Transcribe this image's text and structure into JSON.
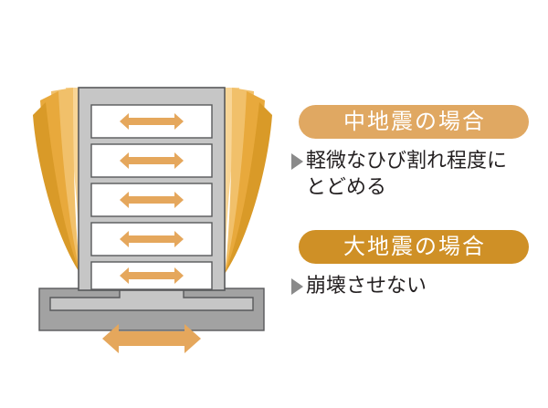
{
  "figure": {
    "title": "",
    "colors": {
      "building_body": "#c6c6c6",
      "building_outline": "#58595b",
      "floor_panel": "#ffffff",
      "foundation_outer": "#a2a2a2",
      "foundation_inner": "#c6c6c6",
      "arrow": "#e5a75c",
      "sway_fan_dark": "#d99a28",
      "sway_fan_mid": "#e8a93c",
      "sway_fan_light": "#f1c06a",
      "sway_fan_pale": "#f8d596",
      "bullet_marker": "#8a8a8a",
      "text": "#231f20",
      "pill_medium_quake": "#e0a862",
      "pill_large_quake": "#cf9026",
      "pill_text": "#ffffff",
      "background": "#ffffff"
    }
  },
  "diagram": {
    "name": "building-sway-diagram",
    "floor_count": 5,
    "floor_arrow_label": "horizontal-sway-arrow",
    "foundation_arrow_label": "ground-motion-arrow",
    "sway_fan_blades": 4
  },
  "cases": [
    {
      "id": "medium-quake",
      "pill_label": "中地震の場合",
      "pill_color": "#e0a862",
      "bullet_lines": [
        "軽微なひび割れ程度に",
        "とどめる"
      ],
      "bullet_text": "軽微なひび割れ程度にとどめる"
    },
    {
      "id": "large-quake",
      "pill_label": "大地震の場合",
      "pill_color": "#cf9026",
      "bullet_lines": [
        "崩壊させない"
      ],
      "bullet_text": "崩壊させない"
    }
  ]
}
